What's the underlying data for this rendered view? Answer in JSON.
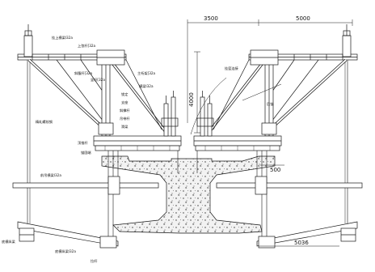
{
  "labels": {
    "top_chord": "上弦杆[32a",
    "cantilever_beam": "挂上横梁I32a",
    "diagonal": "斜腹杆[32a",
    "vertical": "竖杆[32a",
    "diag_brace": "斜撑杆",
    "main_truss": "主桁架[32a",
    "hanger": "吊带杆",
    "crossbeam": "横梁I32a",
    "bottom_beam": "底模纵梁I32a",
    "jack": "顶推杆",
    "anchor": "锚固端",
    "suspension_rod": "精轧螺纹钢",
    "left_bottom": "底模纵梁",
    "front_beam": "前吊横梁I32a",
    "tie_rod": "拉杆",
    "top_right": "挂篮连接",
    "rear_anchor": "后锚",
    "slide": "滑梁",
    "fix": "锁定",
    "support": "支座"
  },
  "dimensions": {
    "d1": "3500",
    "d2": "5000",
    "d3": "4000",
    "d4": "500",
    "d5": "5036"
  },
  "colors": {
    "line": "#1a1a1a",
    "concrete_fill": "#f2f2f2"
  }
}
